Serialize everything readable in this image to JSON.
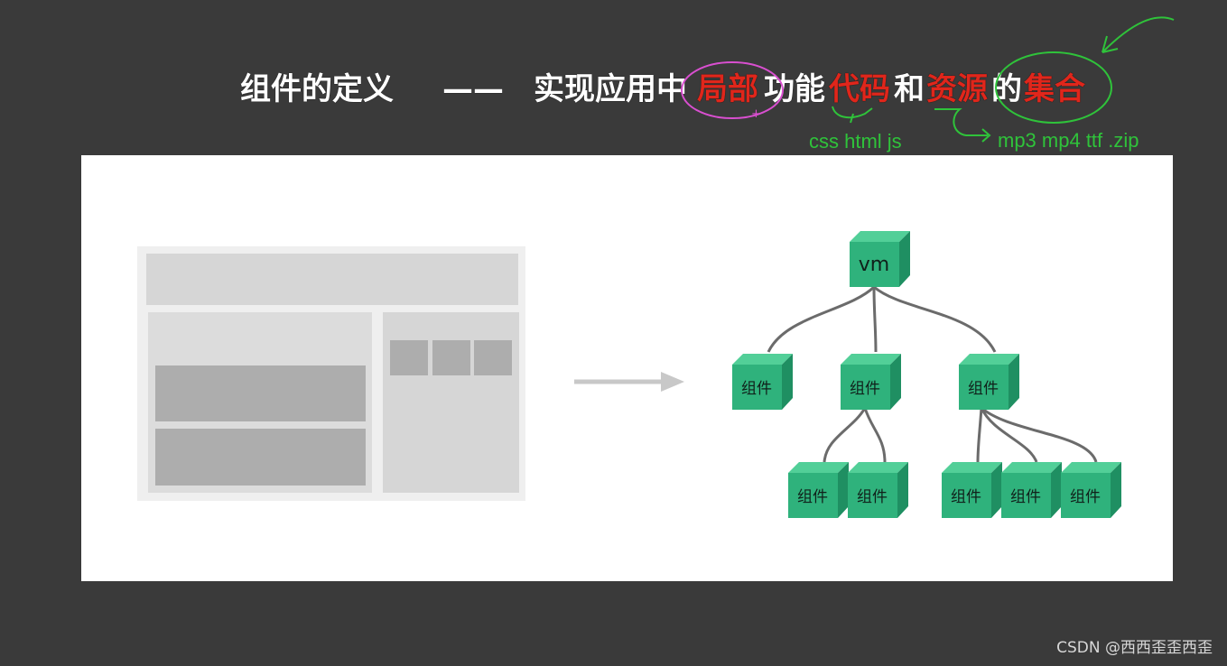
{
  "title": {
    "part1": "组件的定义",
    "dash": "——",
    "part2": "实现应用中",
    "local": "局部",
    "part3": "功能",
    "code": "代码",
    "part4": "和",
    "resource": "资源",
    "part5": "的",
    "collection": "集合"
  },
  "annotations": {
    "code_examples": "css html js",
    "resource_examples": "mp3 mp4 ttf .zip"
  },
  "tree": {
    "root": "vm",
    "node_label": "组件"
  },
  "colors": {
    "background": "#3a3a3a",
    "highlight_red": "#e0261b",
    "annotation_green": "#2fc33a",
    "circle_pink": "#d94fd0",
    "cube_green": "#2fb27c"
  },
  "watermark": "CSDN @西西歪歪西歪"
}
